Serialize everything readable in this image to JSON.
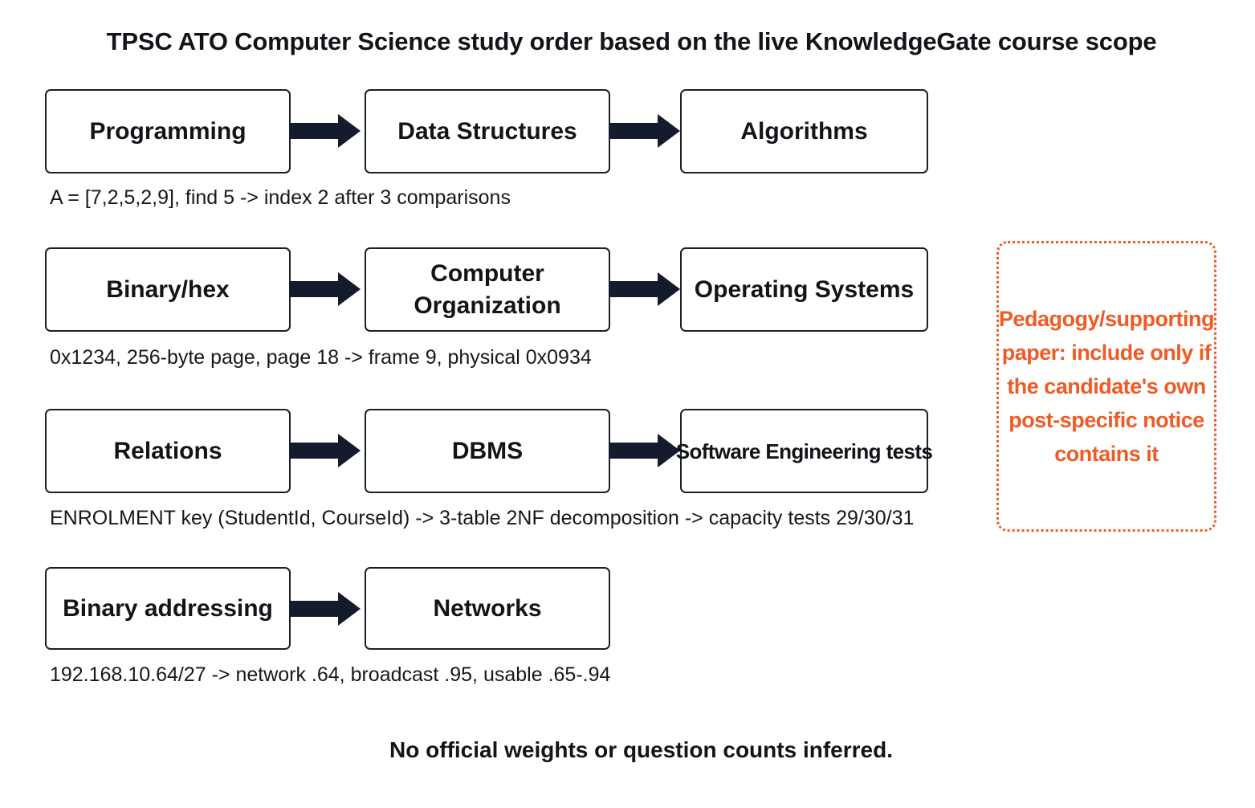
{
  "title": "TPSC ATO Computer Science study order based on the live KnowledgeGate course scope",
  "rows": [
    {
      "nodes": [
        "Programming",
        "Data Structures",
        "Algorithms"
      ],
      "example": "A = [7,2,5,2,9], find 5 -> index 2 after 3 comparisons"
    },
    {
      "nodes": [
        "Binary/hex",
        "Computer Organization",
        "Operating Systems"
      ],
      "example": "0x1234, 256-byte page, page 18 -> frame 9, physical 0x0934"
    },
    {
      "nodes": [
        "Relations",
        "DBMS",
        "Software Engineering tests"
      ],
      "example": "ENROLMENT key (StudentId, CourseId) -> 3-table 2NF decomposition -> capacity tests 29/30/31"
    },
    {
      "nodes": [
        "Binary addressing",
        "Networks"
      ],
      "example": "192.168.10.64/27 -> network .64, broadcast .95, usable .65-.94"
    }
  ],
  "side_note": "Pedagogy/supporting paper: include only if the candidate's own post-specific notice contains it",
  "footer": "No official weights or question counts inferred.",
  "colors": {
    "node_border": "#1c2026",
    "arrow": "#141b2d",
    "accent": "#f05a24",
    "text": "#111418"
  }
}
